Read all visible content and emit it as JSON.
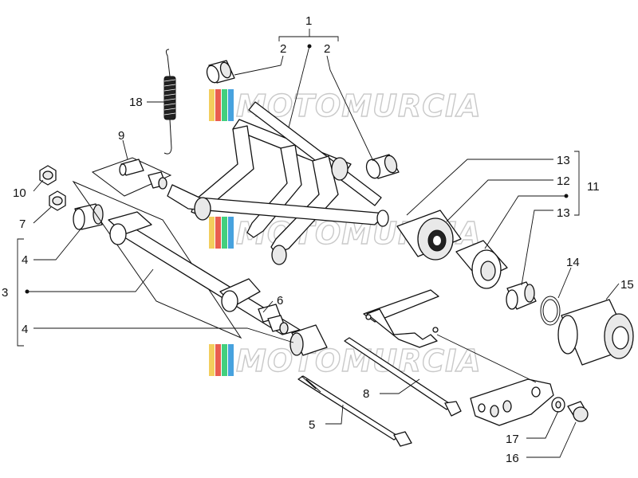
{
  "diagram": {
    "callouts": [
      {
        "id": "c1",
        "label": "1"
      },
      {
        "id": "c2a",
        "label": "2"
      },
      {
        "id": "c2b",
        "label": "2"
      },
      {
        "id": "c18",
        "label": "18"
      },
      {
        "id": "c9",
        "label": "9"
      },
      {
        "id": "c10",
        "label": "10"
      },
      {
        "id": "c7",
        "label": "7"
      },
      {
        "id": "c4a",
        "label": "4"
      },
      {
        "id": "c3",
        "label": "3"
      },
      {
        "id": "c4b",
        "label": "4"
      },
      {
        "id": "c6",
        "label": "6"
      },
      {
        "id": "c13a",
        "label": "13"
      },
      {
        "id": "c12",
        "label": "12"
      },
      {
        "id": "c11",
        "label": "11"
      },
      {
        "id": "c13b",
        "label": "13"
      },
      {
        "id": "c14",
        "label": "14"
      },
      {
        "id": "c15",
        "label": "15"
      },
      {
        "id": "c8",
        "label": "8"
      },
      {
        "id": "c5",
        "label": "5"
      },
      {
        "id": "c17",
        "label": "17"
      },
      {
        "id": "c16",
        "label": "16"
      }
    ]
  },
  "watermark": {
    "text": "MOTOMURCIA",
    "colors": [
      "#f2c94c",
      "#e74c3c",
      "#2ecc71",
      "#3498db"
    ]
  }
}
